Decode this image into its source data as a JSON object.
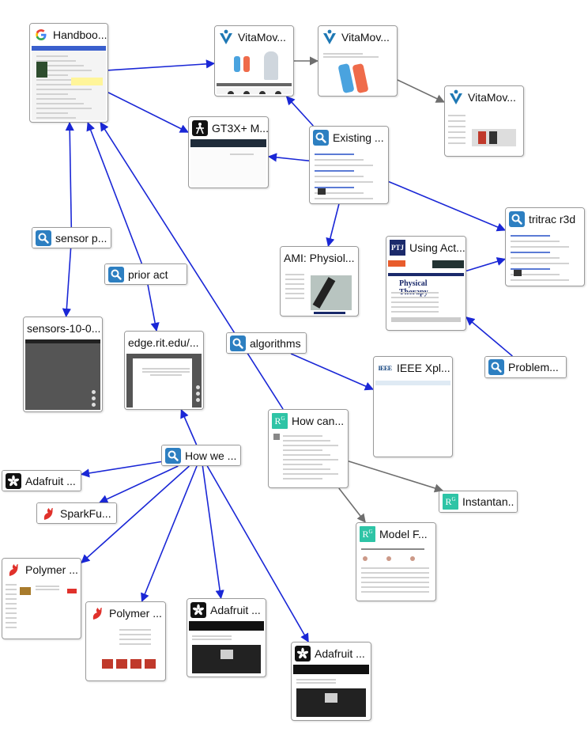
{
  "nodes": [
    {
      "id": "handbook",
      "label": "Handboo...",
      "icon": "google-icon",
      "kind": "page",
      "thumb": "google"
    },
    {
      "id": "vitamov1",
      "label": "VitaMov...",
      "icon": "vitamove-icon",
      "kind": "page",
      "thumb": "vita1"
    },
    {
      "id": "vitamov2",
      "label": "VitaMov...",
      "icon": "vitamove-icon",
      "kind": "page",
      "thumb": "vita2"
    },
    {
      "id": "vitamov3",
      "label": "VitaMov...",
      "icon": "vitamove-icon",
      "kind": "page",
      "thumb": "vita3"
    },
    {
      "id": "gt3x",
      "label": "GT3X+ M...",
      "icon": "actigraph-icon",
      "kind": "page",
      "thumb": "dark-header"
    },
    {
      "id": "existing",
      "label": "Existing ...",
      "icon": "search-icon",
      "kind": "page",
      "thumb": "search"
    },
    {
      "id": "tritrac",
      "label": "tritrac r3d",
      "icon": "search-icon",
      "kind": "page",
      "thumb": "search"
    },
    {
      "id": "sensorp",
      "label": "sensor p...",
      "icon": "search-icon",
      "kind": "pill"
    },
    {
      "id": "prioract",
      "label": "prior act",
      "icon": "search-icon",
      "kind": "pill"
    },
    {
      "id": "ami",
      "label": "AMI: Physiol...",
      "icon": "none",
      "kind": "page",
      "thumb": "ami"
    },
    {
      "id": "usingact",
      "label": "Using Act...",
      "icon": "pti-icon",
      "kind": "page",
      "thumb": "pt"
    },
    {
      "id": "sensors10",
      "label": "sensors-10-0...",
      "icon": "none",
      "kind": "page",
      "thumb": "pdf-dark"
    },
    {
      "id": "edgerit",
      "label": "edge.rit.edu/...",
      "icon": "none",
      "kind": "page",
      "thumb": "pdf-light"
    },
    {
      "id": "algorithms",
      "label": "algorithms",
      "icon": "search-icon",
      "kind": "pill"
    },
    {
      "id": "ieee",
      "label": "IEEE Xpl...",
      "icon": "ieee-icon",
      "kind": "page",
      "thumb": "ieee"
    },
    {
      "id": "problem",
      "label": "Problem...",
      "icon": "search-icon",
      "kind": "pill"
    },
    {
      "id": "howcan",
      "label": "How can...",
      "icon": "researchgate-icon",
      "kind": "page",
      "thumb": "rg"
    },
    {
      "id": "howwe",
      "label": "How we ...",
      "icon": "search-icon",
      "kind": "pill"
    },
    {
      "id": "adafruit1",
      "label": "Adafruit ...",
      "icon": "adafruit-icon",
      "kind": "pill"
    },
    {
      "id": "sparkfun",
      "label": "SparkFu...",
      "icon": "sparkfun-icon",
      "kind": "pill"
    },
    {
      "id": "instantan",
      "label": "Instantan..",
      "icon": "researchgate-icon",
      "kind": "pill"
    },
    {
      "id": "modelf",
      "label": "Model F...",
      "icon": "researchgate-icon",
      "kind": "page",
      "thumb": "rg2"
    },
    {
      "id": "polymer1",
      "label": "Polymer ...",
      "icon": "sparkfun-icon",
      "kind": "page",
      "thumb": "shop"
    },
    {
      "id": "polymer2",
      "label": "Polymer ...",
      "icon": "sparkfun-icon",
      "kind": "page",
      "thumb": "shop2"
    },
    {
      "id": "adafruit2",
      "label": "Adafruit ...",
      "icon": "adafruit-icon",
      "kind": "page",
      "thumb": "adafruit"
    },
    {
      "id": "adafruit3",
      "label": "Adafruit ...",
      "icon": "adafruit-icon",
      "kind": "page",
      "thumb": "adafruit"
    }
  ],
  "edges": [
    {
      "from": "handbook",
      "to": "vitamov1",
      "color": "blue"
    },
    {
      "from": "handbook",
      "to": "gt3x",
      "color": "blue"
    },
    {
      "from": "vitamov1",
      "to": "vitamov2",
      "color": "gray"
    },
    {
      "from": "vitamov2",
      "to": "vitamov3",
      "color": "gray"
    },
    {
      "from": "existing",
      "to": "vitamov1",
      "color": "blue"
    },
    {
      "from": "existing",
      "to": "gt3x",
      "color": "blue"
    },
    {
      "from": "existing",
      "to": "tritrac",
      "color": "blue"
    },
    {
      "from": "existing",
      "to": "ami",
      "color": "blue"
    },
    {
      "from": "usingact",
      "to": "tritrac",
      "color": "blue"
    },
    {
      "from": "problem",
      "to": "usingact",
      "color": "blue"
    },
    {
      "from": "sensorp",
      "to": "handbook",
      "color": "blue"
    },
    {
      "from": "sensorp",
      "to": "sensors10",
      "color": "blue"
    },
    {
      "from": "prioract",
      "to": "handbook",
      "color": "blue"
    },
    {
      "from": "prioract",
      "to": "edgerit",
      "color": "blue"
    },
    {
      "from": "algorithms",
      "to": "ieee",
      "color": "blue"
    },
    {
      "from": "howcan",
      "to": "handbook",
      "color": "blue"
    },
    {
      "from": "howcan",
      "to": "instantan",
      "color": "gray"
    },
    {
      "from": "howcan",
      "to": "modelf",
      "color": "gray"
    },
    {
      "from": "howwe",
      "to": "edgerit",
      "color": "blue"
    },
    {
      "from": "howwe",
      "to": "adafruit1",
      "color": "blue"
    },
    {
      "from": "howwe",
      "to": "sparkfun",
      "color": "blue"
    },
    {
      "from": "howwe",
      "to": "polymer1",
      "color": "blue"
    },
    {
      "from": "howwe",
      "to": "polymer2",
      "color": "blue"
    },
    {
      "from": "howwe",
      "to": "adafruit2",
      "color": "blue"
    },
    {
      "from": "howwe",
      "to": "adafruit3",
      "color": "blue"
    }
  ],
  "colors": {
    "blue": "#1a27d6",
    "gray": "#6e6e6e",
    "search": "#2d7fc1",
    "vita": "#1e78b4",
    "sparkfun": "#e0312b",
    "rg": "#2ec4a6",
    "ieee": "#0a3d7a"
  }
}
